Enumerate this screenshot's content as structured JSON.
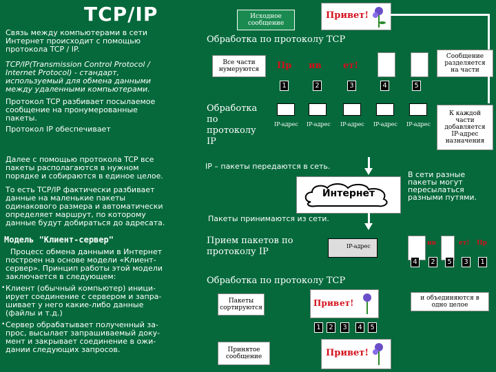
{
  "title": "TCP/IP",
  "left": {
    "p1": "Связь между компьютерами в сети\nИнтернет происходит с помощью\nпротокола TCP / IP.",
    "p2": "TCP/IP(Transmission Control Protocol /\nInternet Protocol) - стандарт,\nиспользуемый для обмена данными\nмежду удаленными компьютерами.",
    "p3": "Протокол TCP разбивает посылаемое\nсообщение на пронумерованные\nпакеты.",
    "p4": "Протокол IP обеспечивает",
    "p5": "Далее с помощью протокола TCP все\nпакеты располагаются в нужном\nпорядке и собираются в единое целое.",
    "p6": "То есть TCP/IP фактически разбивает\nданные на маленькие пакеты\nодинакового размера и автоматически\nопределяет маршрут, по которому\nданные будут добираться до адресата.",
    "model_heading": "Модель \"Клиент-сервер\"",
    "p7": "  Процесс обмена данными в Интернет\nпостроен на основе модели «Клиент-\nсервер». Принцип работы этой модели\nзаключается в следующем:",
    "b1": "Клиент (обычный компьютер) иници-\nирует соединение с сервером и запра-\nшивает у него какие-либо данные\n(файлы и т.д.)",
    "b2": "Сервер обрабатывает полученный за-\nпрос, высылает запрашиваемый доку-\nмент и закрывает соединение в ожи-\nдании следующих запросов."
  },
  "diagram": {
    "top_box": "Исходное\nсообщение",
    "greeting": "Привет!",
    "tcp_processing": "Обработка по протоколу TCP",
    "all_parts_numbered": "Все части\nнумеруются",
    "fragments": [
      "Пр",
      "ив",
      "ет!"
    ],
    "numbers": [
      "1",
      "2",
      "3",
      "4",
      "5"
    ],
    "split_note": "Сообщение\nразделяется\nна части",
    "ip_processing": "Обработка\nпо\nпротоколу\nIP",
    "ip_label": "IP-адрес",
    "each_part_note": "К каждой\nчасти\nдобавляется\nIP-адрес\nназначения",
    "ip_to_network": "IP – пакеты передаются в сеть.",
    "internet": "Интернет",
    "routes_note": "В сети разные\nпакеты могут\nпересылаться\nразными путями.",
    "received": "Пакеты принимаются из сети.",
    "ip_receive": "Прием пакетов по\nпротоколу IP",
    "recv_fragments": [
      "ив",
      "ет!",
      "Пр"
    ],
    "recv_numbers": [
      "4",
      "2",
      "5",
      "3",
      "1"
    ],
    "tcp_processing2": "Обработка по протоколу TCP",
    "sorted": "Пакеты\nсортируются",
    "sorted_fragments": [
      "Пр",
      "ив",
      "ет!"
    ],
    "combined_note": "и объединяются в\nодно целое",
    "accepted": "Принятое\nсообщение",
    "final_greeting": "Привет!"
  },
  "colors": {
    "background": "#05693b",
    "accent_red": "#d4101c"
  }
}
